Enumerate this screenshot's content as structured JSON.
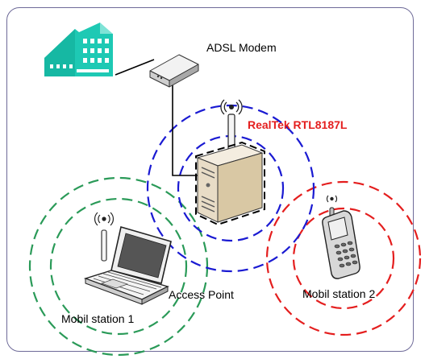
{
  "labels": {
    "modem": "ADSL Modem",
    "chip": "RealTek RTL8187L",
    "access_point": "Access Point",
    "station_1": "Mobil station 1",
    "station_2": "Mobil station 2"
  },
  "colors": {
    "frame": "#6e6a98",
    "building": "#1ec9b4",
    "ap_rings": "#1a1ad2",
    "station_1_rings": "#2a9a58",
    "station_2_rings": "#e41e1e",
    "chip_label": "#e41e1e"
  },
  "icons": [
    "building-icon",
    "modem-icon",
    "server-icon",
    "laptop-icon",
    "phone-icon",
    "antenna-icon"
  ]
}
